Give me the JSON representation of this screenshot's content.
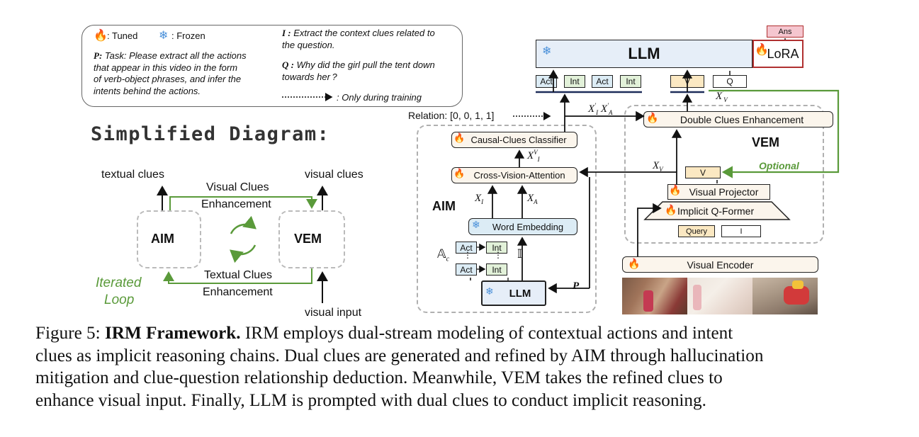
{
  "legend": {
    "tuned_label": ": Tuned",
    "frozen_label": ": Frozen",
    "p_key": "P:",
    "p_text": [
      " Task: Please extract all the actions",
      "that appear in this video in the form",
      "of verb-object phrases, and infer the",
      "intents behind the actions."
    ],
    "i_key": "I :",
    "i_text": [
      " Extract the context clues related to",
      "the question."
    ],
    "q_key": "Q :",
    "q_text": [
      " Why did the girl pull the tent down",
      "towards her ?"
    ],
    "training_text": ": Only during training"
  },
  "simplified": {
    "title": "Simplified Diagram:",
    "textual_clues": "textual clues",
    "visual_clues": "visual clues",
    "visual_enh": [
      "Visual Clues",
      "Enhancement"
    ],
    "aim": "AIM",
    "vem": "VEM",
    "textual_enh": [
      "Textual Clues",
      "Enhancement"
    ],
    "iterated_loop": [
      "Iterated",
      "Loop"
    ],
    "visual_input": "visual input"
  },
  "framework": {
    "ans": "Ans",
    "llm_top": "LLM",
    "lora": "LoRA",
    "act": "Act",
    "int": "Int",
    "v": "V",
    "q": "Q",
    "relation": "Relation: [0, 0, 1, 1]",
    "x_v_prime": "X′",
    "x_ia_prime": "X′I X′A",
    "causal": "Causal-Clues Classifier",
    "x_i_v": "X",
    "cross_vision": "Cross-Vision-Attention",
    "aim": "AIM",
    "x_i": "X",
    "x_a": "X",
    "word_embedding": "Word Embedding",
    "a_c": "𝔸",
    "i_bb": "𝕀",
    "llm_bottom": "LLM",
    "p_arrow": "P",
    "double_clues": "Double Clues Enhancement",
    "vem": "VEM",
    "x_v": "X",
    "optional": "Optional",
    "visual_projector": "Visual Projector",
    "implicit_qformer": "Implicit Q-Former",
    "query": "Query",
    "i_tok": "I",
    "visual_encoder": "Visual Encoder",
    "ellipsis": "⋮"
  },
  "caption": {
    "fig": "Figure 5: ",
    "bold": "IRM Framework.",
    "line1": " IRM employs dual-stream modeling of contextual actions and intent",
    "line2": "clues as implicit reasoning chains. Dual clues are generated and refined by AIM through hallucination",
    "line3": "mitigation and clue-question relationship deduction. Meanwhile, VEM takes the refined clues to",
    "line4": "enhance visual input. Finally, LLM is prompted with dual clues to conduct implicit reasoning."
  },
  "colors": {
    "green": "#5a9a3a",
    "lora_red": "#b03030",
    "ans_pink": "#f5c6cf",
    "llm_blue": "#e6eef8",
    "tok_blue": "#dcecf5",
    "tok_yellow": "#fbe8c2",
    "tok_green": "#e2f1d9",
    "fire": "#f07a1c",
    "snow": "#4a90d9"
  }
}
